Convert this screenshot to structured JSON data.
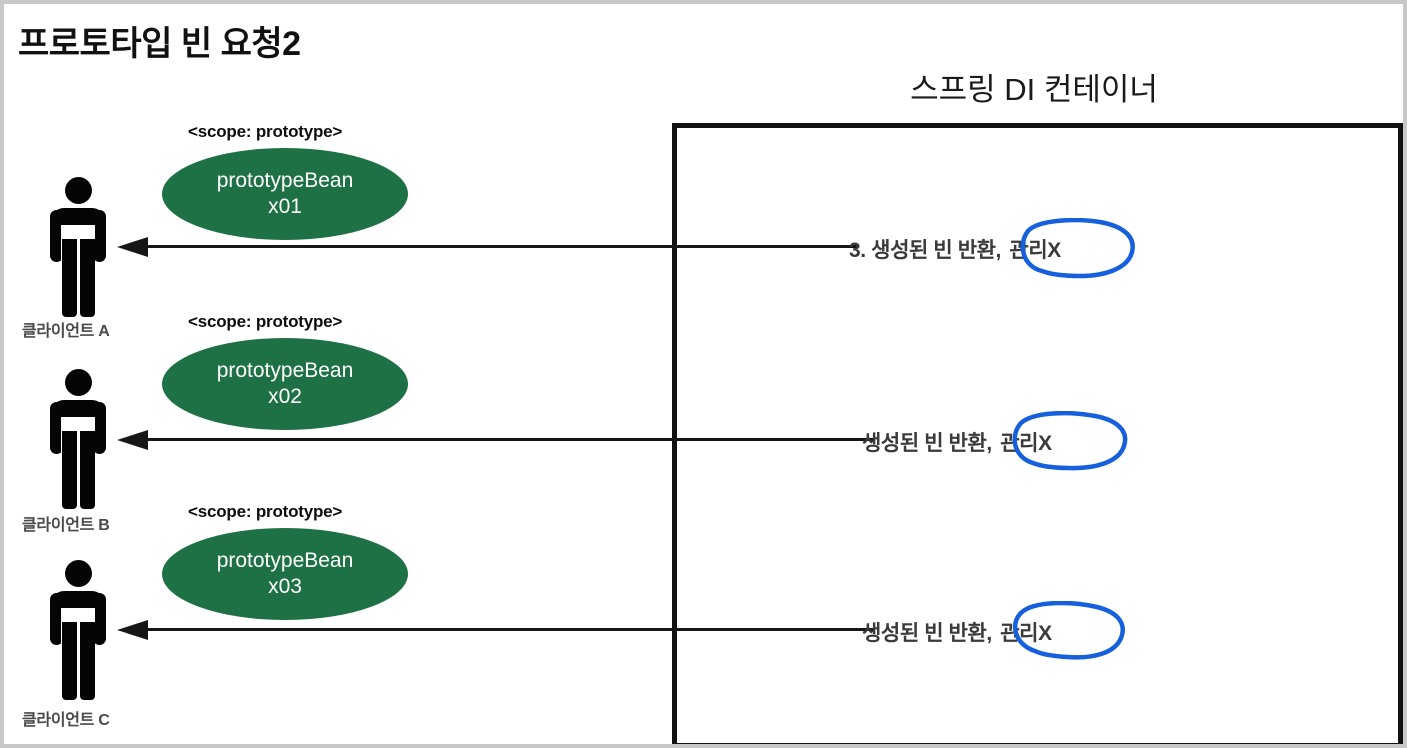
{
  "page": {
    "title": "프로토타입 빈 요청2",
    "background_color": "#ffffff",
    "frame_color": "#c8c8c8"
  },
  "container": {
    "title": "스프링 DI 컨테이너",
    "border_color": "#111111"
  },
  "colors": {
    "bean_green": "#1e7145",
    "ink_blue": "#1661db",
    "arrow_black": "#161616",
    "label_gray": "#3a3a3a"
  },
  "rows": [
    {
      "client_label": "클라이언트 A",
      "scope_label": "<scope: prototype>",
      "bean_name": "prototypeBean",
      "bean_id": "x01",
      "arrow_label_prefix": "3. 생성된 빈 반환,",
      "arrow_label_highlight": "관리X",
      "arrow_direction": "left"
    },
    {
      "client_label": "클라이언트 B",
      "scope_label": "<scope: prototype>",
      "bean_name": "prototypeBean",
      "bean_id": "x02",
      "arrow_label_prefix": "생성된 빈 반환,",
      "arrow_label_highlight": "관리X",
      "arrow_direction": "left"
    },
    {
      "client_label": "클라이언트 C",
      "scope_label": "<scope: prototype>",
      "bean_name": "prototypeBean",
      "bean_id": "x03",
      "arrow_label_prefix": "생성된 빈 반환,",
      "arrow_label_highlight": "관리X",
      "arrow_direction": "left"
    }
  ]
}
